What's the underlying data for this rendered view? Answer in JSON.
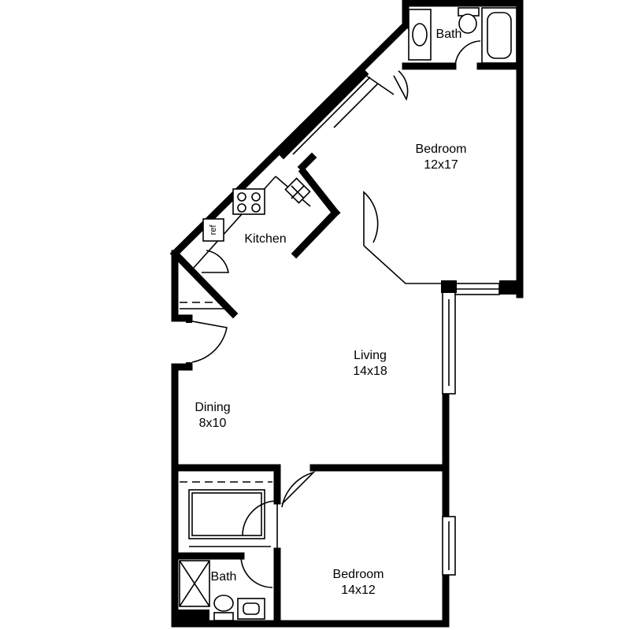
{
  "rooms": {
    "bath_top": {
      "name": "Bath"
    },
    "bedroom_top": {
      "name": "Bedroom",
      "size": "12x17"
    },
    "kitchen": {
      "name": "Kitchen"
    },
    "living": {
      "name": "Living",
      "size": "14x18"
    },
    "dining": {
      "name": "Dining",
      "size": "8x10"
    },
    "bath_bottom": {
      "name": "Bath"
    },
    "bedroom_bottom": {
      "name": "Bedroom",
      "size": "14x12"
    }
  },
  "fixtures": {
    "fridge_label": "ref"
  },
  "colors": {
    "wall": "#000000",
    "background": "#ffffff"
  }
}
